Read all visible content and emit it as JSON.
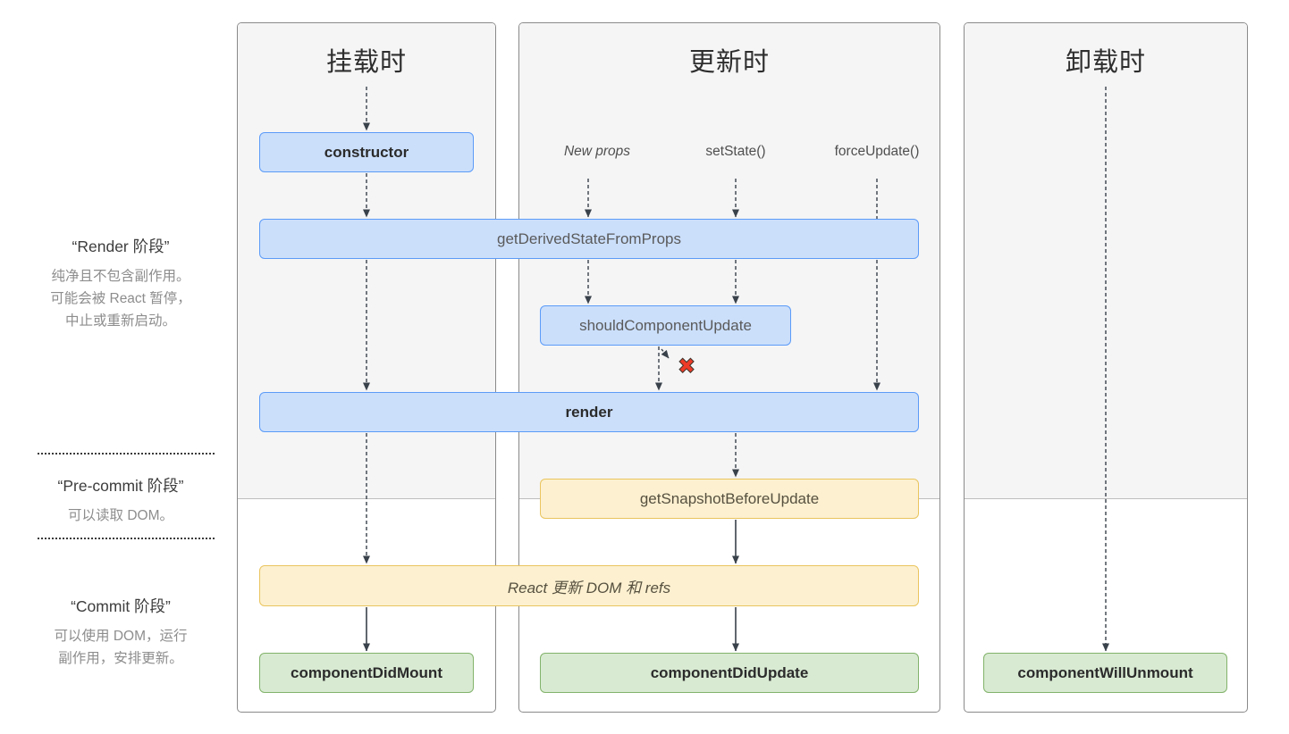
{
  "columns": [
    {
      "title": "挂载时"
    },
    {
      "title": "更新时",
      "triggers": [
        "New props",
        "setState()",
        "forceUpdate()"
      ]
    },
    {
      "title": "卸载时"
    }
  ],
  "phases": {
    "render": {
      "title": "“Render 阶段”",
      "lines": [
        "纯净且不包含副作用。",
        "可能会被 React 暂停，",
        "中止或重新启动。"
      ]
    },
    "pre_commit": {
      "title": "“Pre-commit 阶段”",
      "lines": [
        "可以读取 DOM。"
      ]
    },
    "commit": {
      "title": "“Commit 阶段”",
      "lines": [
        "可以使用 DOM，运行",
        "副作用，安排更新。"
      ]
    }
  },
  "boxes": {
    "constructor": "constructor",
    "get_derived_state_from_props": "getDerivedStateFromProps",
    "should_component_update": "shouldComponentUpdate",
    "render": "render",
    "get_snapshot_before_update": "getSnapshotBeforeUpdate",
    "react_updates_dom": "React 更新 DOM 和 refs",
    "component_did_mount": "componentDidMount",
    "component_did_update": "componentDidUpdate",
    "component_will_unmount": "componentWillUnmount"
  },
  "icons": {
    "skip_render_x": "✖"
  },
  "colors": {
    "box_blue_fill": "#cbdffb",
    "box_blue_border": "#5b9bf8",
    "box_yellow_fill": "#fcf0d0",
    "box_yellow_border": "#eac55e",
    "box_green_fill": "#d8ead2",
    "box_green_border": "#82b36b",
    "render_zone_bg": "#f5f5f6",
    "panel_border": "#8a8a8a",
    "arrow": "#39414a",
    "skip_x_red": "#ee3b27"
  }
}
